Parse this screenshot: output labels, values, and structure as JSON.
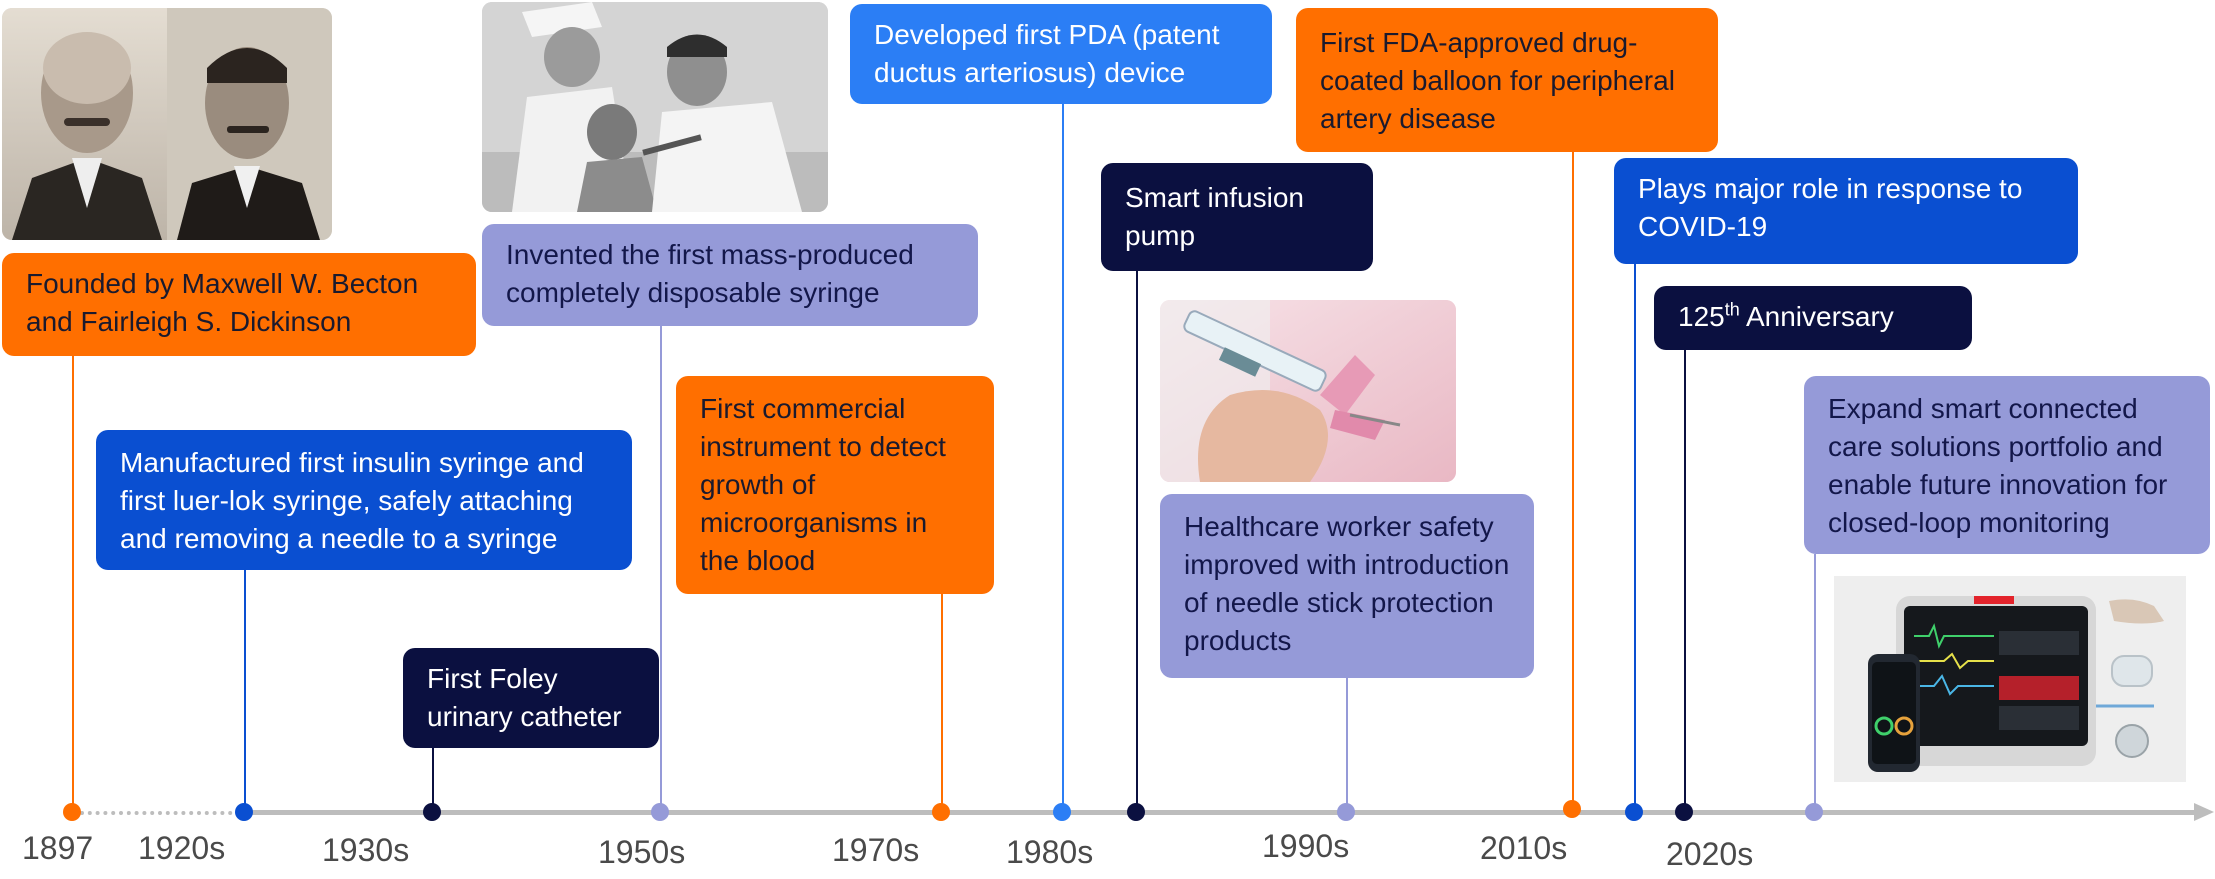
{
  "colors": {
    "orange": "#ff6f00",
    "blue": "#0a4fd1",
    "light_blue": "#2b7ef5",
    "navy": "#0b1040",
    "lavender": "#959ad8",
    "axis": "#bdbdbd"
  },
  "axis_labels": [
    "1897",
    "1920s",
    "1930s",
    "1950s",
    "1970s",
    "1980s",
    "1990s",
    "2010s",
    "2020s"
  ],
  "events": {
    "founded": "Founded by Maxwell W. Becton and Fairleigh S. Dickinson",
    "insulin": "Manufactured first insulin syringe and first luer-lok syringe, safely attaching and removing a needle to a syringe",
    "foley": "First Foley urinary catheter",
    "disposable": "Invented the first mass-produced completely disposable syringe",
    "microorganisms": "First commercial instrument to detect growth of microorganisms in the blood",
    "pda": "Developed first PDA (patent ductus arteriosus) device",
    "infusion": "Smart infusion pump",
    "needle_safety": "Healthcare worker safety improved with introduction of needle stick protection products",
    "balloon": "First FDA-approved drug-coated balloon for peripheral artery disease",
    "covid": "Plays major role in response to COVID-19",
    "anniversary_prefix": "125",
    "anniversary_sup": "th",
    "anniversary_suffix": " Anniversary",
    "connected": "Expand smart connected care solutions portfolio and enable future innovation for closed-loop monitoring"
  },
  "photos": {
    "founders": "founders-portrait-photo",
    "nurse": "nurse-vaccination-photo",
    "syringe": "safety-syringe-photo",
    "monitor": "patient-monitor-devices-photo"
  }
}
